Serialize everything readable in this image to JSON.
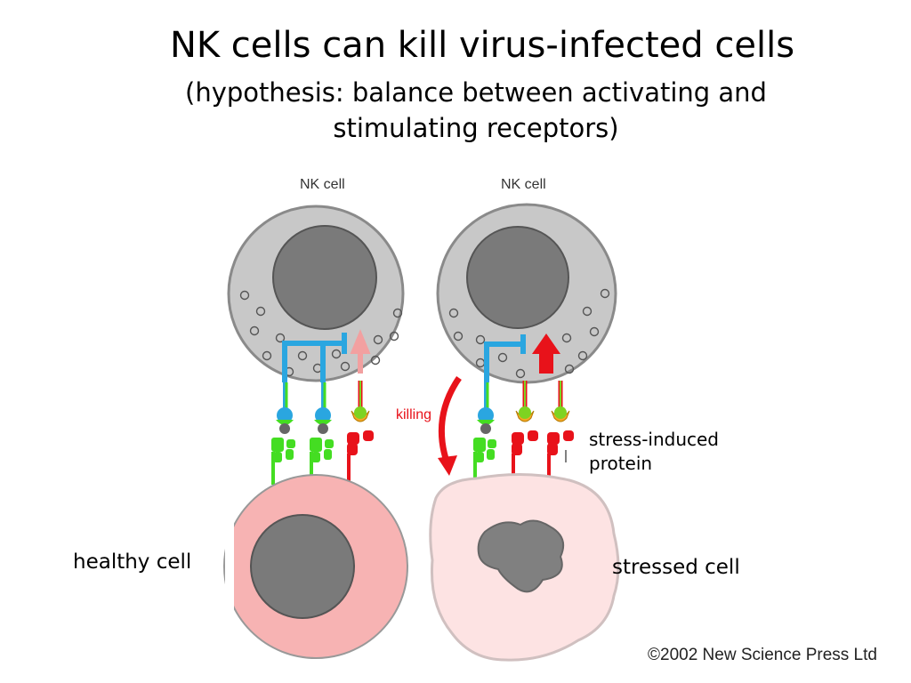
{
  "title": "NK cells can kill virus-infected cells",
  "subtitle": "(hypothesis: balance between activating and stimulating receptors)",
  "labels": {
    "nk_left": "NK cell",
    "nk_right": "NK cell",
    "killing": "killing",
    "stress_protein_line1": "stress-induced",
    "stress_protein_line2": "protein",
    "healthy": "healthy cell",
    "stressed": "stressed cell"
  },
  "copyright": "©2002 New Science Press Ltd",
  "colors": {
    "nk_cell": "#c8c8c8",
    "nucleus": "#7a7a7a",
    "healthy_cell": "#f7b3b3",
    "stressed_cell": "#fde3e3",
    "inhibitory_receptor": "#2aa6e0",
    "inhibitory_ligand": "#44dd22",
    "activating_ligand": "#e8121a",
    "killing_arrow": "#e8121a"
  }
}
